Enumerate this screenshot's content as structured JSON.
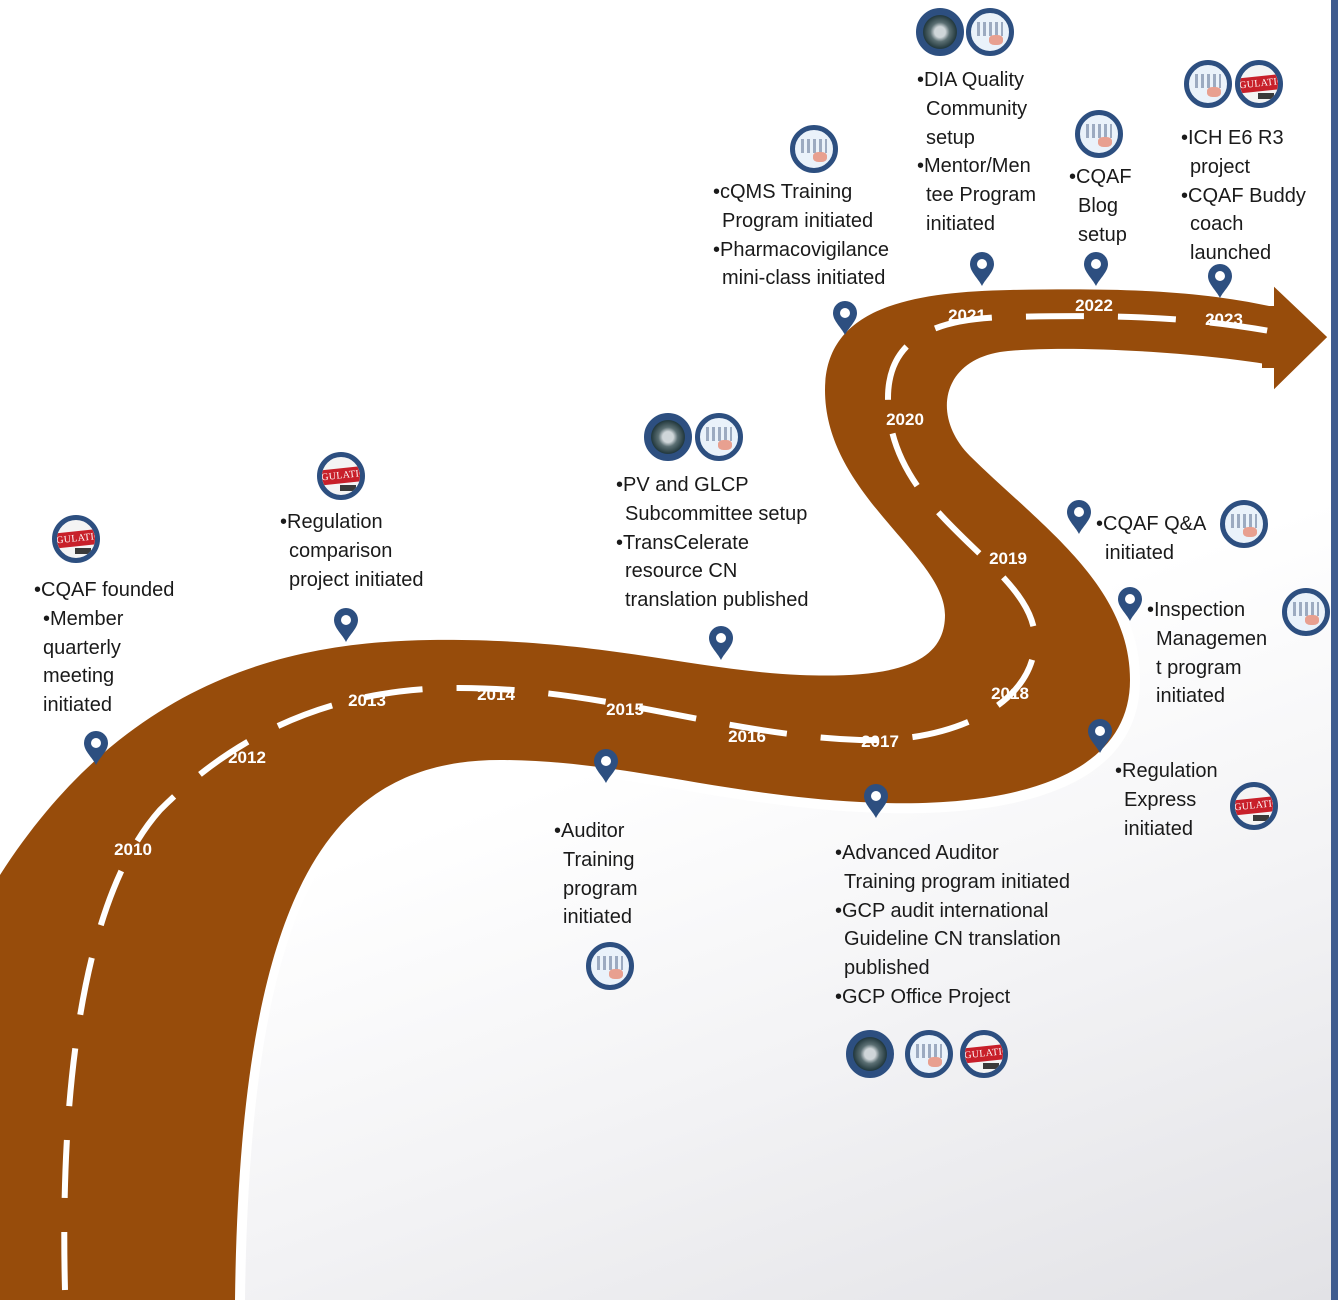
{
  "colors": {
    "road": "#974c0b",
    "road_edge": "#ffffff",
    "pin": "#2d4f80",
    "regulation_red": "#c8202a",
    "right_bar": "#3f5c8f"
  },
  "years": [
    "2010",
    "2012",
    "2013",
    "2014",
    "2015",
    "2016",
    "2017",
    "2018",
    "2019",
    "2020",
    "2021",
    "2022",
    "2023"
  ],
  "milestones": [
    {
      "year": "2010",
      "lines": [
        "•CQAF founded",
        "•Member",
        "quarterly",
        "meeting",
        "initiated"
      ],
      "icons": [
        "regulation-icon"
      ]
    },
    {
      "year": "2013",
      "lines": [
        "•Regulation",
        "comparison",
        "project initiated"
      ],
      "icons": [
        "regulation-icon"
      ]
    },
    {
      "year": "2015",
      "lines": [
        "•Auditor",
        "Training",
        "program",
        "initiated"
      ],
      "icons": [
        "sketch-icon"
      ]
    },
    {
      "year": "2016",
      "lines": [
        "•PV and GLCP",
        "Subcommittee setup",
        "•TransCelerate",
        "resource CN",
        "translation published"
      ],
      "icons": [
        "globe-icon",
        "sketch-icon"
      ]
    },
    {
      "year": "2017",
      "lines": [
        "•Advanced Auditor",
        "Training program initiated",
        "•GCP audit international",
        "Guideline CN translation",
        "published",
        "•GCP Office Project"
      ],
      "icons": [
        "globe-icon",
        "sketch-icon",
        "regulation-icon"
      ]
    },
    {
      "year": "2018",
      "lines": [
        "•Regulation",
        "Express",
        "initiated"
      ],
      "icons": [
        "regulation-icon"
      ]
    },
    {
      "year": "2018",
      "lines": [
        "•Inspection",
        "Managemen",
        "t program",
        "initiated"
      ],
      "icons": [
        "sketch-icon"
      ]
    },
    {
      "year": "2019",
      "lines": [
        "•CQAF Q&A",
        "initiated"
      ],
      "icons": [
        "sketch-icon"
      ]
    },
    {
      "year": "2020",
      "lines": [
        "•cQMS Training",
        "Program initiated",
        "•Pharmacovigilance",
        "mini-class initiated"
      ],
      "icons": [
        "sketch-icon"
      ]
    },
    {
      "year": "2021",
      "lines": [
        "•DIA Quality",
        "Community",
        "setup",
        "•Mentor/Men",
        "tee Program",
        "initiated"
      ],
      "icons": [
        "globe-icon",
        "sketch-icon"
      ]
    },
    {
      "year": "2022",
      "lines": [
        "•CQAF",
        "Blog",
        "setup"
      ],
      "icons": [
        "sketch-icon"
      ]
    },
    {
      "year": "2023",
      "lines": [
        "•ICH E6 R3",
        "project",
        "•CQAF Buddy",
        "coach",
        "launched"
      ],
      "icons": [
        "sketch-icon",
        "regulation-icon"
      ]
    }
  ],
  "icon_text": {
    "regulation": "GULATIO"
  }
}
